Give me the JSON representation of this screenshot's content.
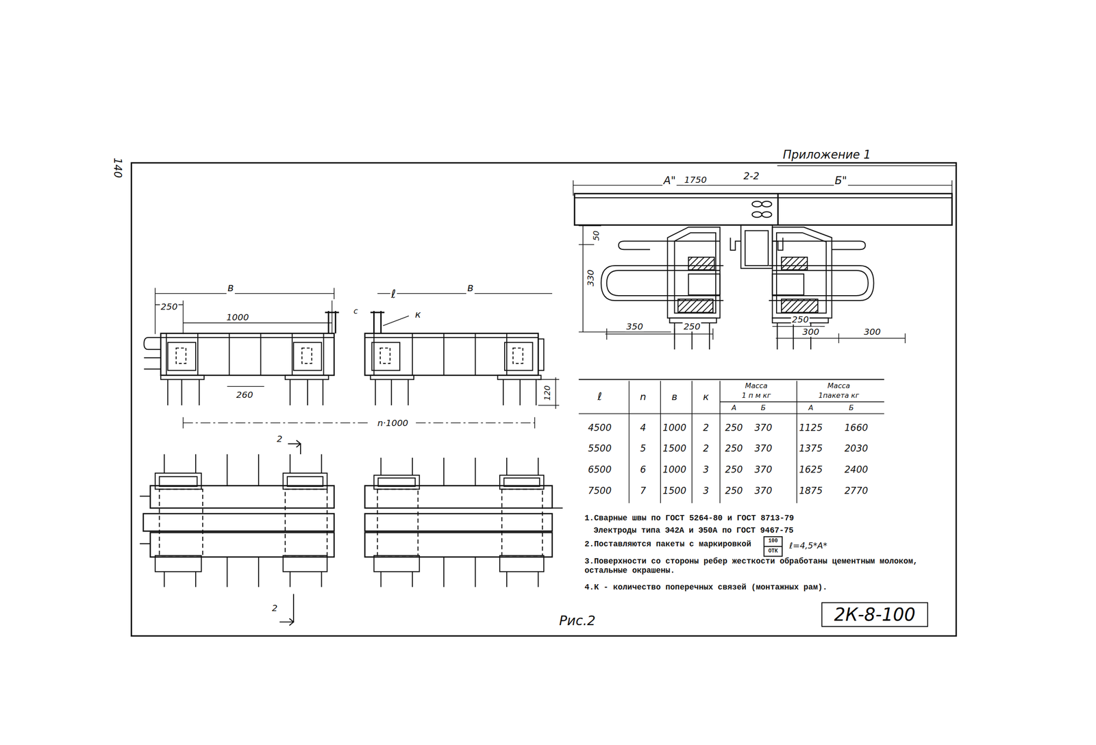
{
  "diagram": {
    "nodes": [
      {
        "text": [
          "2К-8-100"
        ]
      }
    ],
    "labels": [
      "140",
      "Приложение 1",
      "А\"",
      "1750",
      "2-2",
      "Б\"",
      "50",
      "330",
      "350",
      "250",
      "250",
      "300",
      "300",
      "в",
      "250",
      "1000",
      "с",
      "ℓ",
      "в",
      "к",
      "260",
      "120",
      "n·1000",
      "2",
      "2",
      "ℓ",
      "n",
      "в",
      "к",
      "Масса",
      "1 п м кг",
      "А",
      "Б",
      "Масса",
      "1пакета кг",
      "А",
      "Б",
      "4500",
      "4",
      "1000",
      "2",
      "250",
      "370",
      "1125",
      "1660",
      "5500",
      "5",
      "1500",
      "2",
      "250",
      "370",
      "1375",
      "2030",
      "6500",
      "6",
      "1000",
      "3",
      "250",
      "370",
      "1625",
      "2400",
      "7500",
      "7",
      "1500",
      "3",
      "250",
      "370",
      "1875",
      "2770",
      "1.Сварные швы по ГОСТ 5264-80 и ГОСТ 8713-79",
      "Электроды типа Э42А и Э50А по ГОСТ 9467-75",
      "2.Поставляются пакеты с маркировкой",
      "100",
      "ОТК",
      "ℓ=4,5*А*",
      "3.Поверхности со стороны ребер жесткости обработаны цементным молоком, остальные окрашены.",
      "4.К - количество поперечных связей (монтажных рам).",
      "Рис.2"
    ]
  }
}
